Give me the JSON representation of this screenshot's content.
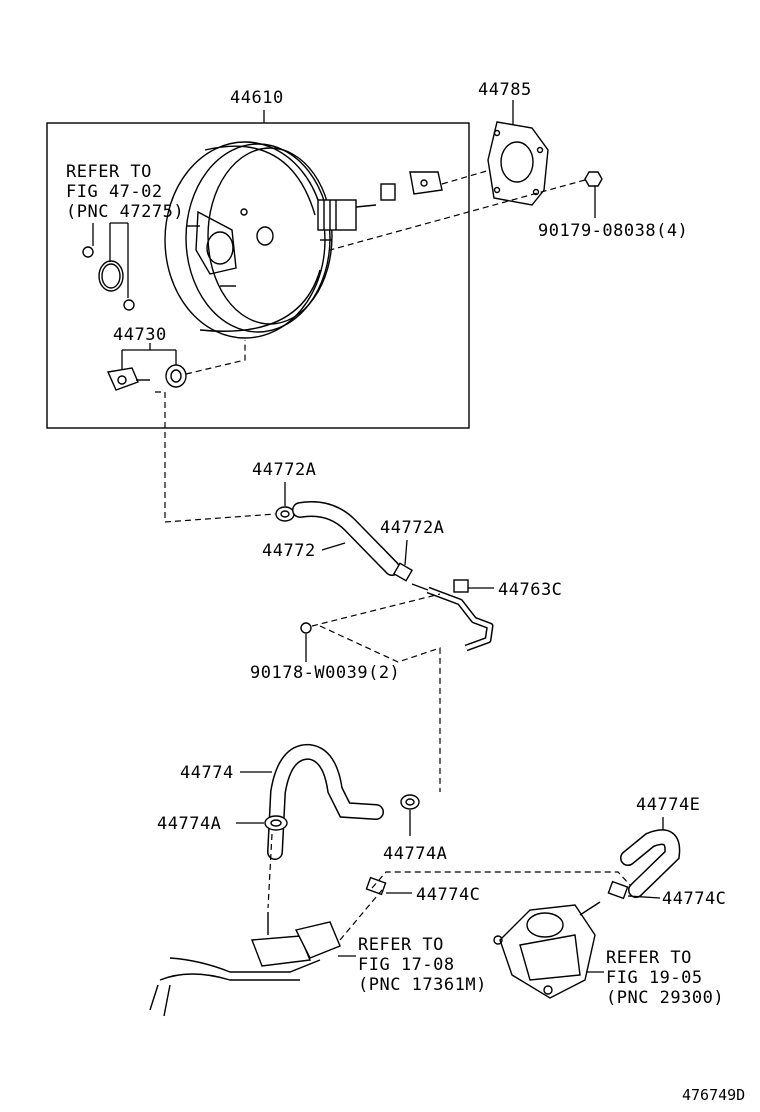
{
  "labels": {
    "p44610": "44610",
    "p44785": "44785",
    "p90179": "90179-08038(4)",
    "p44730": "44730",
    "refer1_line1": "REFER TO",
    "refer1_line2": "FIG 47-02",
    "refer1_line3": "(PNC 47275)",
    "p44772A_top": "44772A",
    "p44772": "44772",
    "p44772A_mid": "44772A",
    "p44763C": "44763C",
    "p90178": "90178-W0039(2)",
    "p44774": "44774",
    "p44774A_left": "44774A",
    "p44774A_right": "44774A",
    "p44774E": "44774E",
    "p44774C_mid": "44774C",
    "p44774C_right": "44774C",
    "refer2_line1": "REFER TO",
    "refer2_line2": "FIG 17-08",
    "refer2_line3": "(PNC 17361M)",
    "refer3_line1": "REFER TO",
    "refer3_line2": "FIG 19-05",
    "refer3_line3": "(PNC 29300)",
    "diagram_id": "476749D"
  }
}
